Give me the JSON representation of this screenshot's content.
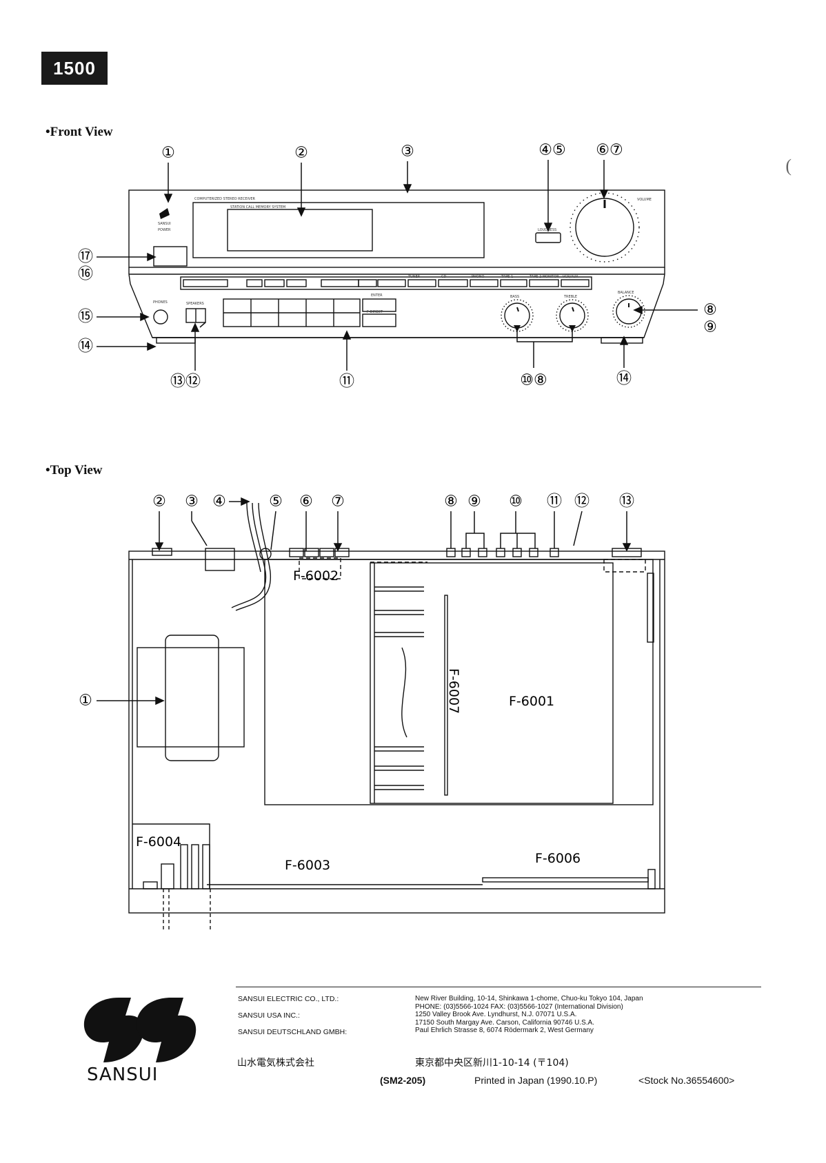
{
  "header": {
    "model": "1500"
  },
  "front_view": {
    "heading": "•Front View",
    "callouts_top": [
      "①",
      "②",
      "③",
      "④⑤",
      "⑥⑦"
    ],
    "callouts_left": [
      "⑰",
      "⑯",
      "⑮",
      "⑭"
    ],
    "callouts_right": [
      "⑧",
      "⑨"
    ],
    "callouts_bottom": [
      "⑬⑫",
      "⑪",
      "⑩⑧",
      "⑭"
    ],
    "panel_text": {
      "title": "COMPUTERIZED STEREO RECEIVER",
      "memory": "STATION CALL MEMORY SYSTEM",
      "brand": "SANSUI",
      "power": "POWER",
      "loudness": "LOUDNESS",
      "volume": "VOLUME",
      "phones": "PHONES",
      "speakers": "SPEAKERS",
      "bass": "BASS",
      "treble": "TREBLE",
      "balance": "BALANCE",
      "enter": "ENTER",
      "f_direct": "F-DIRECT",
      "source_buttons": [
        "TUNER",
        "CD",
        "PHONO",
        "TAPE-1",
        "TAPE-2 MONITOR",
        "VCR/AUX"
      ]
    }
  },
  "top_view": {
    "heading": "•Top View",
    "callouts_top": [
      "②",
      "③",
      "④",
      "⑤",
      "⑥",
      "⑦",
      "⑧",
      "⑨",
      "⑩",
      "⑪",
      "⑫",
      "⑬"
    ],
    "callout_left": "①",
    "boards": [
      "F-6002",
      "F-6007",
      "F-6001",
      "F-6004",
      "F-6003",
      "F-6006"
    ]
  },
  "footer": {
    "brand": "SANSUI",
    "companies": [
      "SANSUI ELECTRIC CO., LTD.:",
      "SANSUI USA INC.:",
      "SANSUI DEUTSCHLAND GMBH:"
    ],
    "addresses": [
      "New River Building, 10-14, Shinkawa 1-chome, Chuo-ku Tokyo 104, Japan",
      "PHONE: (03)5566-1024  FAX: (03)5566-1027 (International Division)",
      "1250 Valley Brook Ave. Lyndhurst, N.J. 07071 U.S.A.",
      "17150 South Margay Ave. Carson, California 90746 U.S.A.",
      "Paul Ehrlich Strasse 8, 6074 Rödermark 2, West Germany"
    ],
    "jp_company": "山水電気株式会社",
    "jp_address": "東京都中央区新川1-10-14 (〒104)",
    "code": "(SM2-205)",
    "printed": "Printed in Japan (1990.10.P)",
    "stock": "<Stock No.36554600>"
  }
}
